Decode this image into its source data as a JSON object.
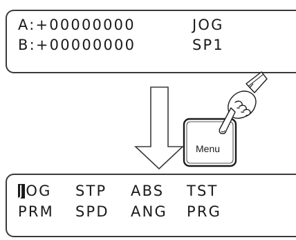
{
  "top_display": {
    "line1": {
      "left": "A:+00000000",
      "right": "JOG"
    },
    "line2": {
      "left": "B:+00000000",
      "right": "SP1"
    }
  },
  "bottom_display": {
    "cursor_char": "J",
    "row1": [
      "OG",
      "STP",
      "ABS",
      "TST"
    ],
    "row2": [
      "PRM",
      "SPD",
      "ANG",
      "PRG"
    ]
  },
  "menu_key": {
    "label": "Menu",
    "icon": "pointing-hand-icon"
  },
  "arrow": {
    "icon": "down-arrow-icon"
  }
}
